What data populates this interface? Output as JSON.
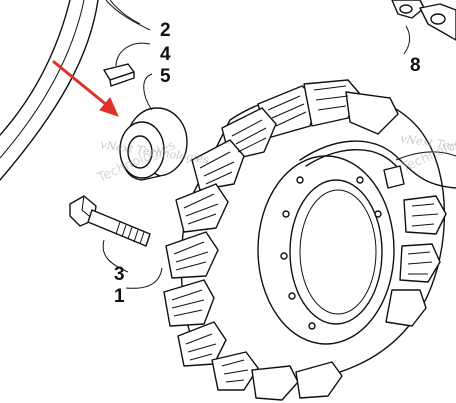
{
  "diagram": {
    "callouts": {
      "c1": "1",
      "c2": "2",
      "c3": "3",
      "c4": "4",
      "c5": "5",
      "c8": "8"
    },
    "watermark": {
      "brand": "vNext Technologies",
      "sub": "Technologies"
    },
    "colors": {
      "line": "#111111",
      "arrow": "#e0302a",
      "watermark": "#9a9a9a"
    },
    "icons": {
      "pointer": "red-arrow-icon"
    }
  }
}
